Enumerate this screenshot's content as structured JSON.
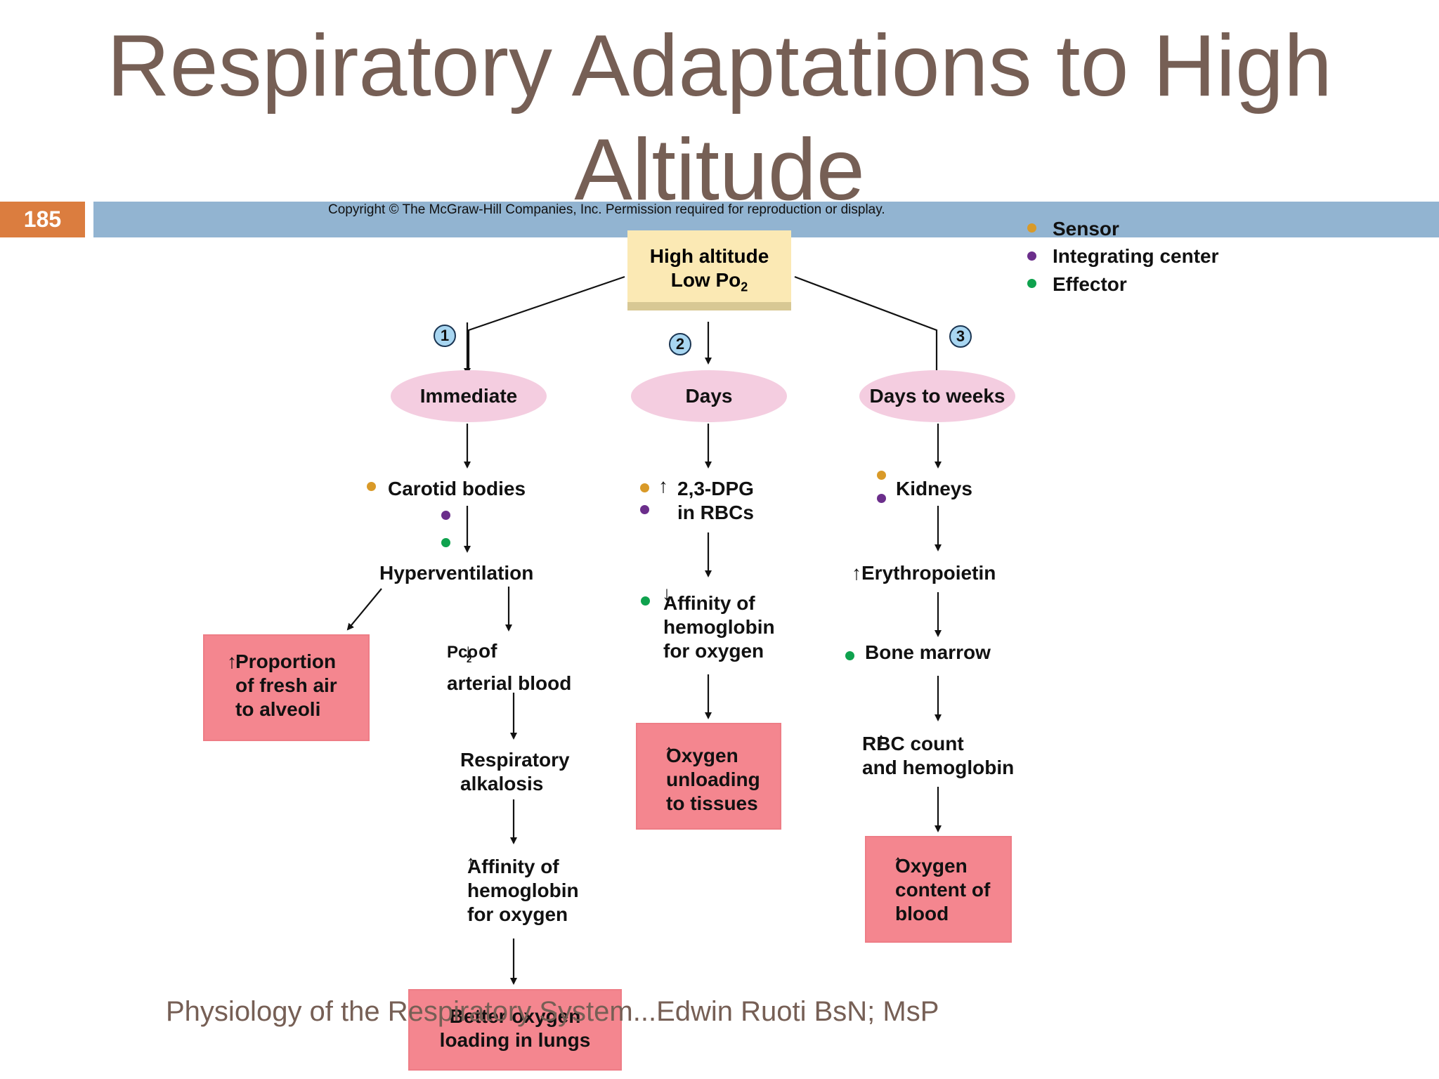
{
  "title": {
    "line1": "Respiratory Adaptations to High",
    "line2": "Altitude"
  },
  "page_number": "185",
  "copyright": "Copyright © The McGraw-Hill Companies, Inc. Permission required for reproduction or display.",
  "legend": {
    "sensor": "Sensor",
    "integrating_center": "Integrating center",
    "effector": "Effector"
  },
  "colors": {
    "sensor": "#d99a28",
    "integrating_center": "#6b2e8b",
    "effector": "#0fa24e",
    "result_box": "#f4868f",
    "timeframe": "#f4cde0",
    "start": "#fbe9b4"
  },
  "start": {
    "line1": "High altitude",
    "line2_prefix": "Low Po",
    "line2_sub": "2"
  },
  "paths": {
    "one": {
      "number": "1",
      "timeframe": "Immediate",
      "sensor": "Carotid bodies",
      "response": "Hyperventilation",
      "result_left": {
        "line1": "Proportion",
        "line2": "of fresh air",
        "line3": "to alveoli"
      },
      "pco2": {
        "prefix": "Pco",
        "sub": "2",
        "suffix": "of",
        "line2": "arterial blood"
      },
      "alkalosis": {
        "line1": "Respiratory",
        "line2": "alkalosis"
      },
      "affinity": {
        "line1": "Affinity of",
        "line2": "hemoglobin",
        "line3": "for oxygen"
      },
      "result": {
        "line1": "Better oxygen",
        "line2": "loading in lungs"
      }
    },
    "two": {
      "number": "2",
      "timeframe": "Days",
      "sensor": {
        "line1": "2,3-DPG",
        "line2": "in RBCs"
      },
      "affinity": {
        "line1": "Affinity of",
        "line2": "hemoglobin",
        "line3": "for oxygen"
      },
      "result": {
        "line1": "Oxygen",
        "line2": "unloading",
        "line3": "to tissues"
      }
    },
    "three": {
      "number": "3",
      "timeframe": "Days to weeks",
      "sensor": "Kidneys",
      "hormone": "Erythropoietin",
      "effector": "Bone marrow",
      "rbc": {
        "line1": "RBC count",
        "line2": "and hemoglobin"
      },
      "result": {
        "line1": "Oxygen",
        "line2": "content of",
        "line3": "blood"
      }
    }
  },
  "footer": "Physiology of the Respiratory System...Edwin Ruoti BsN; MsP"
}
